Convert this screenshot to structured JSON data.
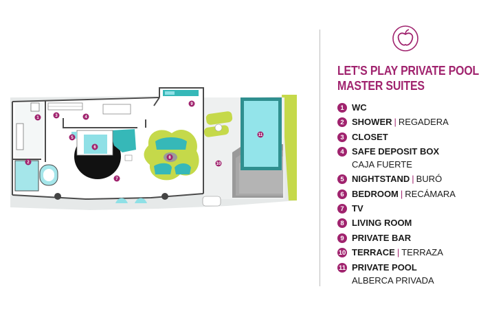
{
  "legend": {
    "title_line1": "LET'S PLAY PRIVATE POOL",
    "title_line2": "MASTER SUITES",
    "items": [
      {
        "num": "1",
        "name": "WC",
        "alt": "",
        "sub": ""
      },
      {
        "num": "2",
        "name": "SHOWER",
        "alt": "REGADERA",
        "sub": ""
      },
      {
        "num": "3",
        "name": "CLOSET",
        "alt": "",
        "sub": ""
      },
      {
        "num": "4",
        "name": "SAFE DEPOSIT BOX",
        "alt": "",
        "sub": "CAJA FUERTE"
      },
      {
        "num": "5",
        "name": "NIGHTSTAND",
        "alt": "BURÓ",
        "sub": ""
      },
      {
        "num": "6",
        "name": "BEDROOM",
        "alt": "RECÁMARA",
        "sub": ""
      },
      {
        "num": "7",
        "name": "TV",
        "alt": "",
        "sub": ""
      },
      {
        "num": "8",
        "name": "LIVING ROOM",
        "alt": "",
        "sub": ""
      },
      {
        "num": "9",
        "name": "PRIVATE BAR",
        "alt": "",
        "sub": ""
      },
      {
        "num": "10",
        "name": "TERRACE",
        "alt": "TERRAZA",
        "sub": ""
      },
      {
        "num": "11",
        "name": "PRIVATE POOL",
        "alt": "",
        "sub": "ALBERCA PRIVADA"
      }
    ]
  },
  "plan_markers": [
    "1",
    "2",
    "3",
    "4",
    "5",
    "6",
    "7",
    "8",
    "9",
    "10",
    "11"
  ],
  "colors": {
    "accent": "#a0236e",
    "aqua": "#8fe0e6",
    "lime": "#c5d94a",
    "floor": "#ffffff",
    "wall": "#4a4a4a",
    "deck": "#e5e8e8"
  },
  "logo_icon": "apple-logo-icon"
}
